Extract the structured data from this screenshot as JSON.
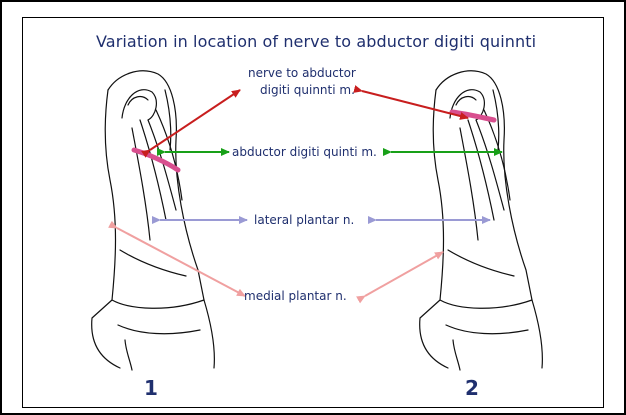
{
  "title": "Variation in location of nerve to abductor digiti quinnti",
  "labels": {
    "nerve_line1": "nerve to abductor",
    "nerve_line2": "digiti quinnti m.",
    "abductor": "abductor digiti quinti m.",
    "lateral": "lateral plantar n.",
    "medial": "medial plantar n."
  },
  "panels": [
    {
      "number": "1"
    },
    {
      "number": "2"
    }
  ],
  "colors": {
    "title_text": "#1f2f6e",
    "nerve_arrow": "#c81e1e",
    "abductor_arrow": "#18a018",
    "lateral_arrow": "#9a9ad4",
    "medial_arrow": "#f0a0a0",
    "highlight_nerve": "#d84e8e"
  }
}
